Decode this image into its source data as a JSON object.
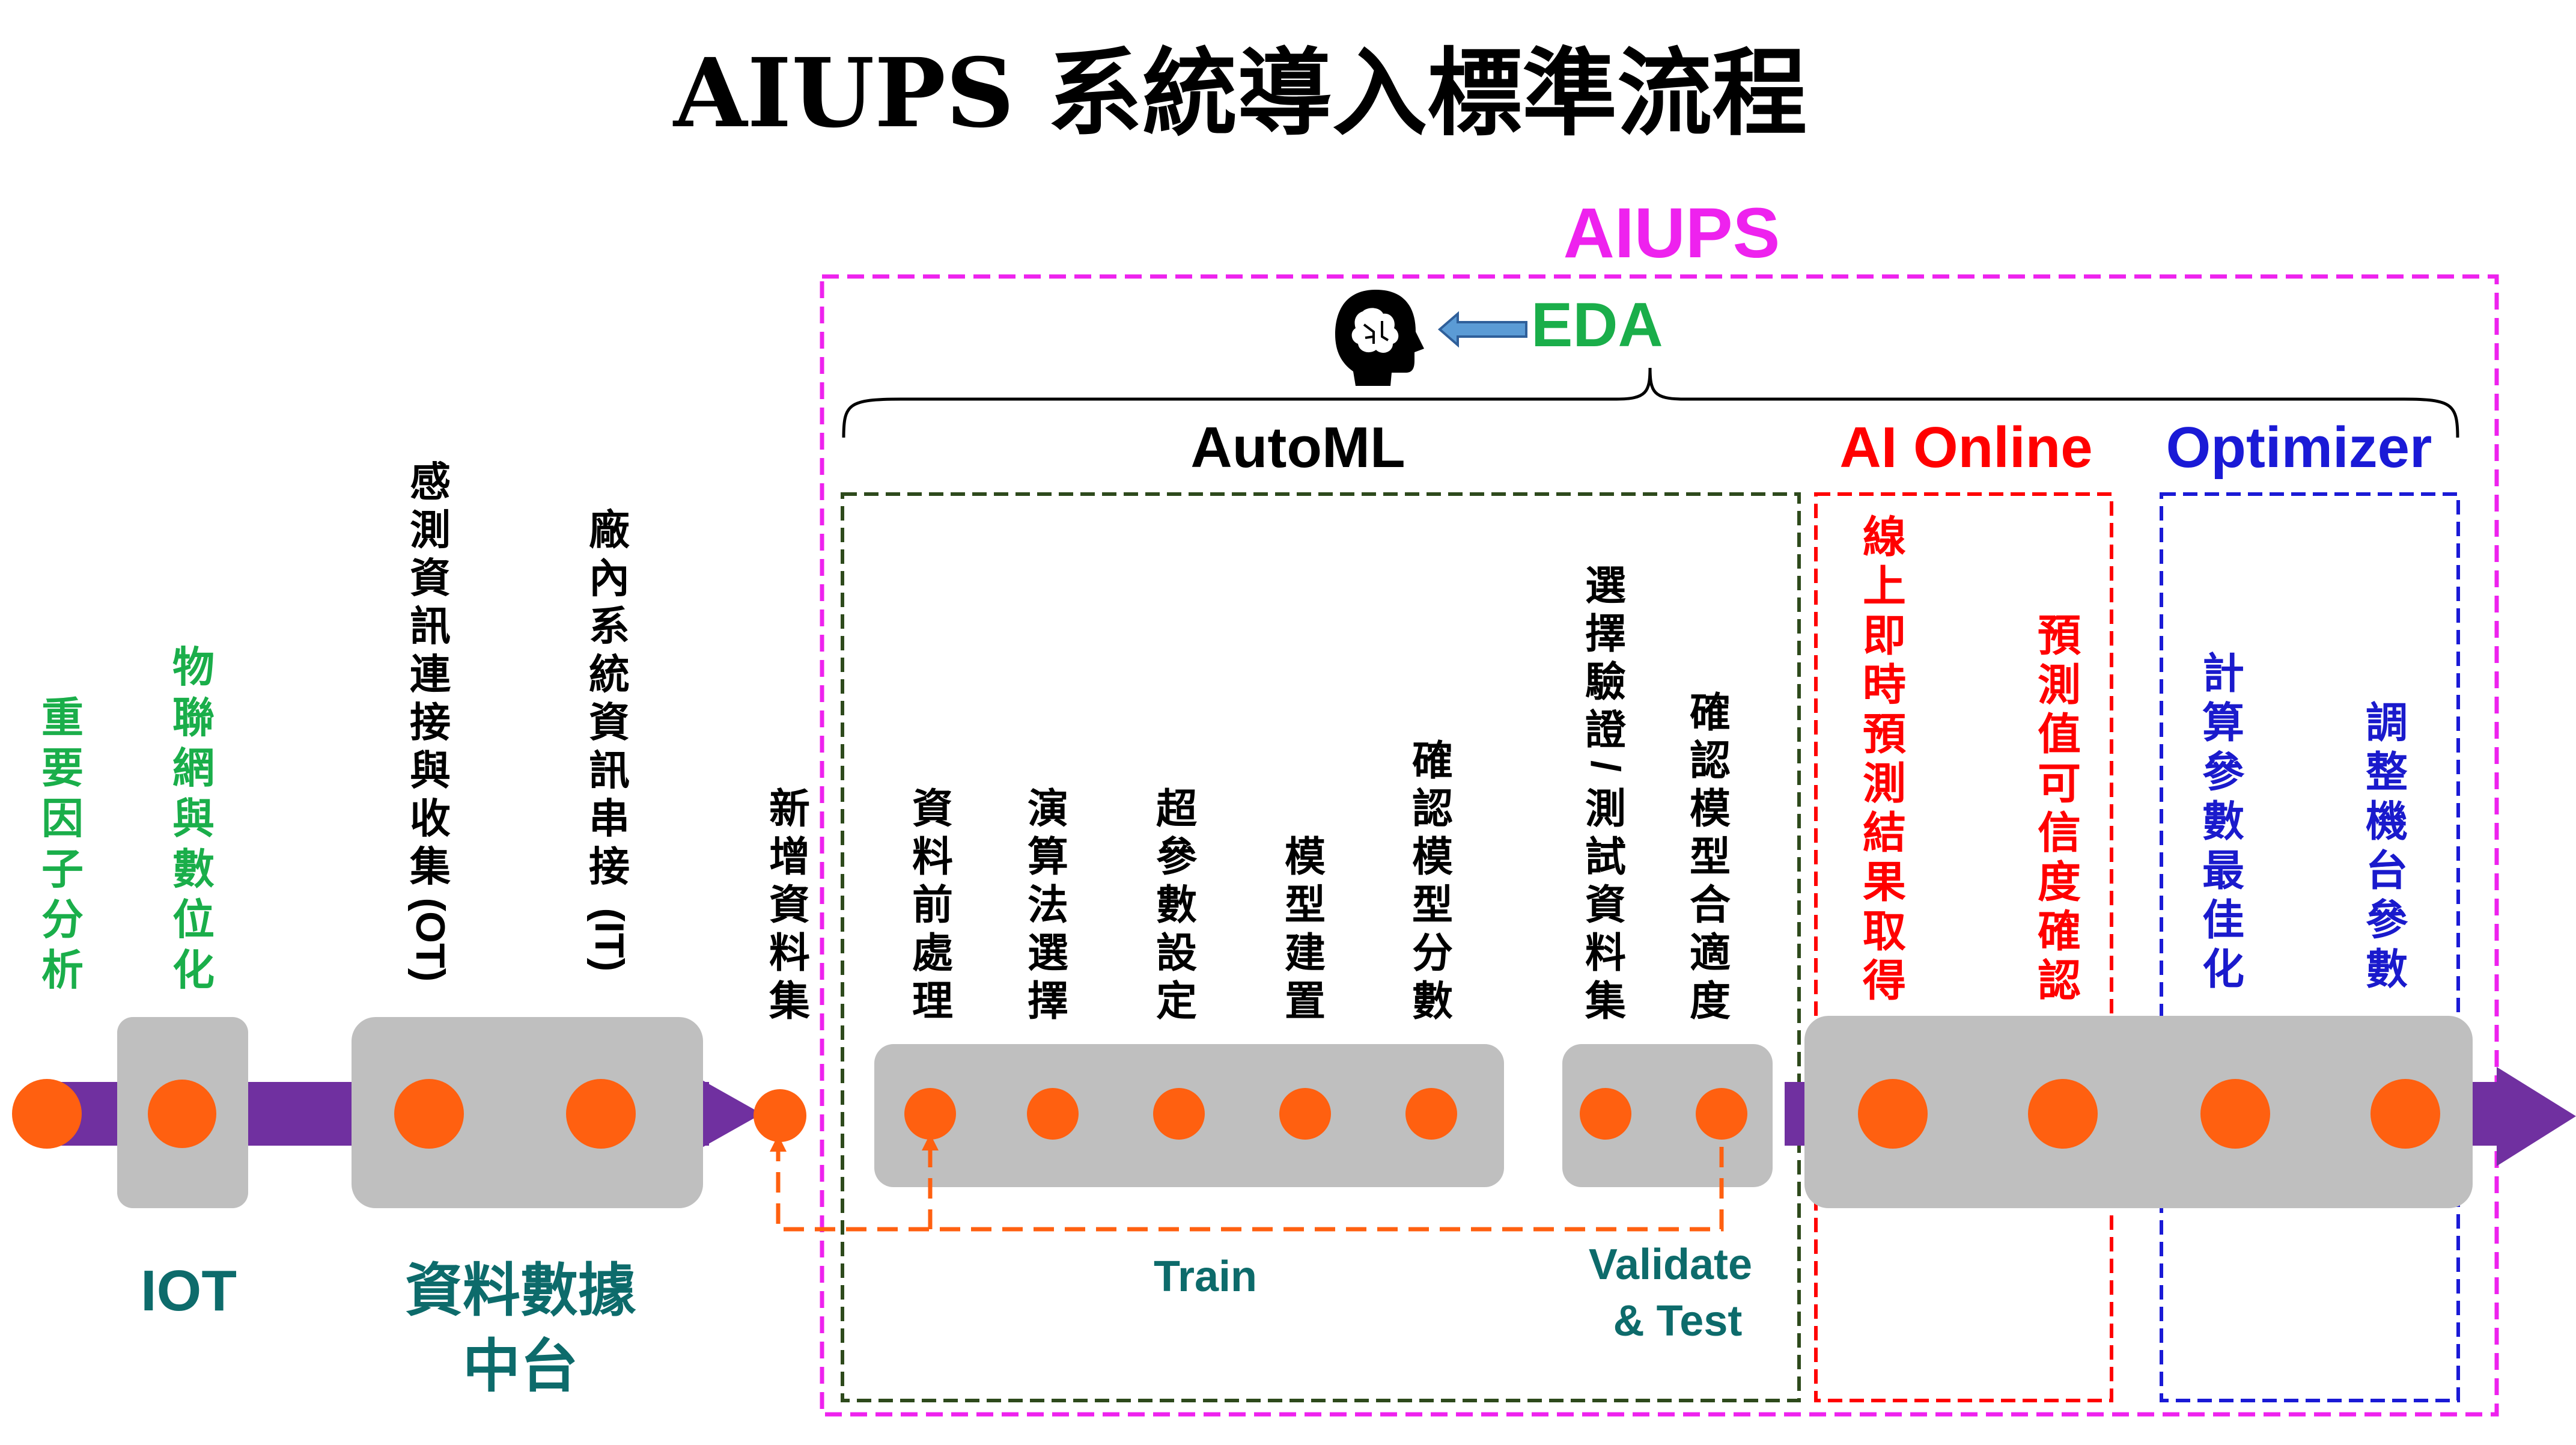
{
  "title": "AIUPS 系統導入標準流程",
  "aiups_label": "AIUPS",
  "eda_label": "EDA",
  "sections": {
    "automl": "AutoML",
    "ai_online": "AI Online",
    "optimizer": "Optimizer"
  },
  "bottom_labels": {
    "iot": "IOT",
    "data_platform_line1": "資料數據",
    "data_platform_line2": "中台",
    "train": "Train",
    "validate_line1": "Validate",
    "validate_line2": "& Test"
  },
  "steps": [
    {
      "id": "key-factor",
      "label": "重要因子分析",
      "color": "#1aae4a"
    },
    {
      "id": "iot-digitize",
      "label": "物聯網與數位化",
      "color": "#1aae4a"
    },
    {
      "id": "sensor-ot",
      "label": "感測資訊連接與收集(OT)",
      "color": "#000000"
    },
    {
      "id": "factory-it",
      "label": "廠內系統資訊串接(IT)",
      "color": "#000000"
    },
    {
      "id": "add-dataset",
      "label": "新增資料集",
      "color": "#000000"
    },
    {
      "id": "preprocess",
      "label": "資料前處理",
      "color": "#000000"
    },
    {
      "id": "algo-select",
      "label": "演算法選擇",
      "color": "#000000"
    },
    {
      "id": "hyperparam",
      "label": "超參數設定",
      "color": "#000000"
    },
    {
      "id": "model-build",
      "label": "模型建置",
      "color": "#000000"
    },
    {
      "id": "model-score",
      "label": "確認模型分數",
      "color": "#000000"
    },
    {
      "id": "select-val-test",
      "label": "選擇驗證/測試資料集",
      "color": "#000000"
    },
    {
      "id": "model-fit",
      "label": "確認模型合適度",
      "color": "#000000"
    },
    {
      "id": "online-predict",
      "label": "線上即時預測結果取得",
      "color": "#ff0000"
    },
    {
      "id": "confidence",
      "label": "預測值可信度確認",
      "color": "#ff0000"
    },
    {
      "id": "param-optimize",
      "label": "計算參數最佳化",
      "color": "#1a1acc"
    },
    {
      "id": "machine-adjust",
      "label": "調整機台參數",
      "color": "#1a1acc"
    }
  ],
  "colors": {
    "magenta": "#ee22ee",
    "green_box": "#2e4a1c",
    "red_box": "#ff0000",
    "blue_box": "#1a1ad6",
    "arrow": "#7030a0",
    "dot": "#ff6010",
    "group_box": "#bfbfbf",
    "teal_text": "#0d6b6b",
    "eda_green": "#1aae4a",
    "eda_arrow": "#5b9bd5"
  }
}
